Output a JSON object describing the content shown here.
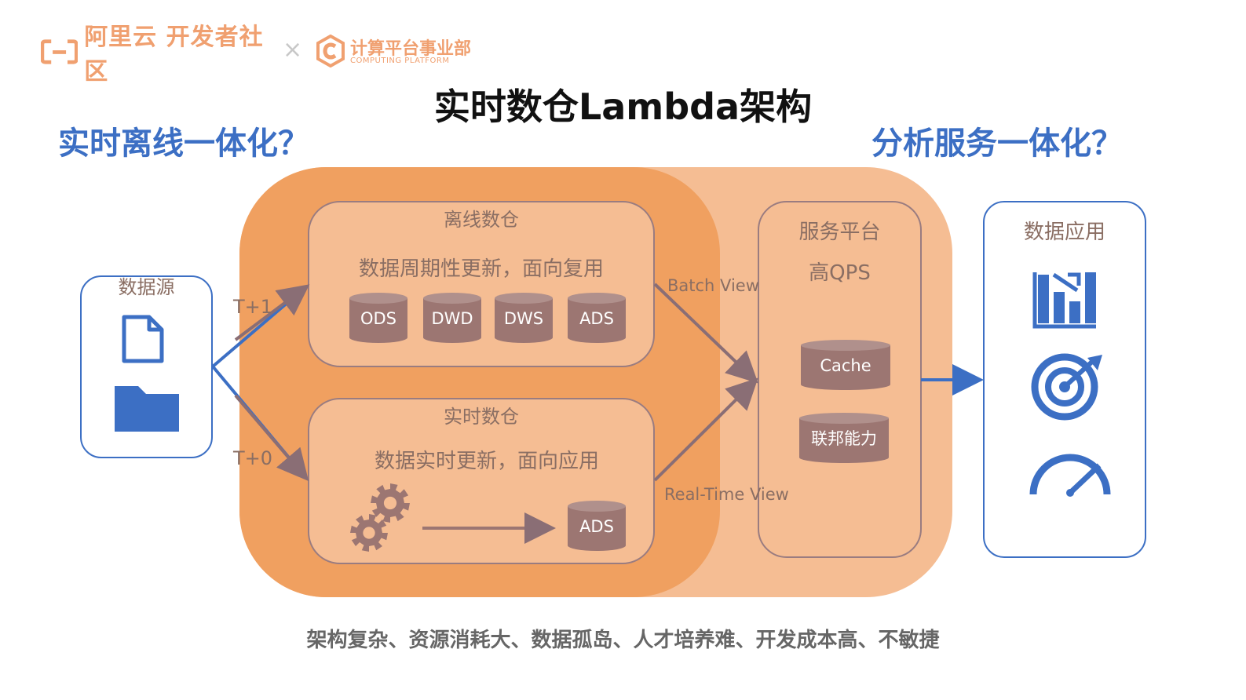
{
  "header": {
    "logo_left": "阿里云 开发者社区",
    "logo_separator": "×",
    "logo_right_main": "计算平台事业部",
    "logo_right_sub": "COMPUTING PLATFORM"
  },
  "title": "实时数仓Lambda架构",
  "question_left": "实时离线一体化？",
  "question_right": "分析服务一体化？",
  "datasource": {
    "title": "数据源"
  },
  "edges": {
    "t_plus_1": "T+1",
    "t_plus_0": "T+0",
    "batch_view": "Batch View",
    "realtime_view": "Real-Time View"
  },
  "offline": {
    "title": "离线数仓",
    "subtitle": "数据周期性更新，面向复用",
    "layers": [
      "ODS",
      "DWD",
      "DWS",
      "ADS"
    ]
  },
  "realtime": {
    "title": "实时数仓",
    "subtitle": "数据实时更新，面向应用",
    "target": "ADS"
  },
  "service": {
    "title": "服务平台",
    "subtitle": "高QPS",
    "cache": "Cache",
    "federation": "联邦能力"
  },
  "apps": {
    "title": "数据应用"
  },
  "bottom": "架构复杂、资源消耗大、数据孤岛、人才培养难、开发成本高、不敏捷",
  "colors": {
    "accent_blue": "#3c6fc4",
    "orange_dark": "#f0a060",
    "orange_light": "#f5bd93",
    "db_fill": "#9c7672"
  }
}
